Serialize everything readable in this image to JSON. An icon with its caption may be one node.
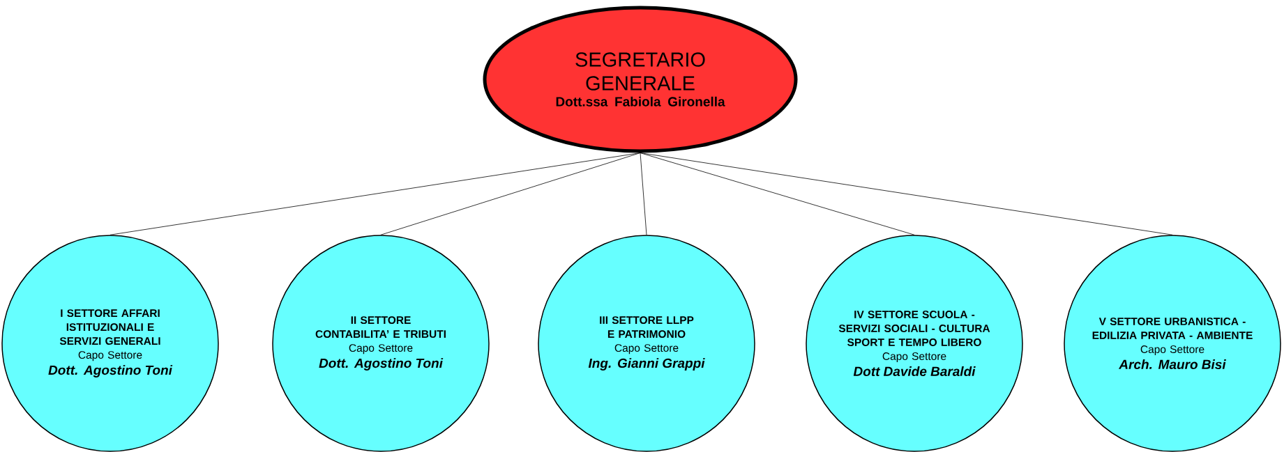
{
  "diagram": {
    "nodes": [
      {
        "text": [
          "SEGRETARIO GENERALE",
          "Dott.ssa Fabiola Gironella"
        ]
      },
      {
        "text": [
          "I SETTORE AFFARI ISTITUZIONALI E SERVIZI GENERALI",
          "Capo Settore",
          "Dott. Agostino Toni"
        ]
      },
      {
        "text": [
          "II SETTORE CONTABILITA’ E TRIBUTI",
          "Capo Settore",
          "Dott. Agostino Toni"
        ]
      },
      {
        "text": [
          "III SETTORE LLPP E PATRIMONIO",
          "Capo Settore",
          "Ing. Gianni Grappi"
        ]
      },
      {
        "text": [
          "IV SETTORE SCUOLA - SERVIZI SOCIALI - CULTURA SPORT E TEMPO LIBERO",
          "Capo Settore",
          "Dott Davide Baraldi"
        ]
      },
      {
        "text": [
          "V SETTORE URBANISTICA - EDILIZIA PRIVATA - AMBIENTE",
          "Capo Settore",
          "Arch. Mauro Bisi"
        ]
      }
    ],
    "edges": [
      {
        "from": 0,
        "to": 1,
        "arrow": "none"
      },
      {
        "from": 0,
        "to": 2,
        "arrow": "none"
      },
      {
        "from": 0,
        "to": 3,
        "arrow": "none"
      },
      {
        "from": 0,
        "to": 4,
        "arrow": "none"
      },
      {
        "from": 0,
        "to": 5,
        "arrow": "none"
      }
    ]
  }
}
